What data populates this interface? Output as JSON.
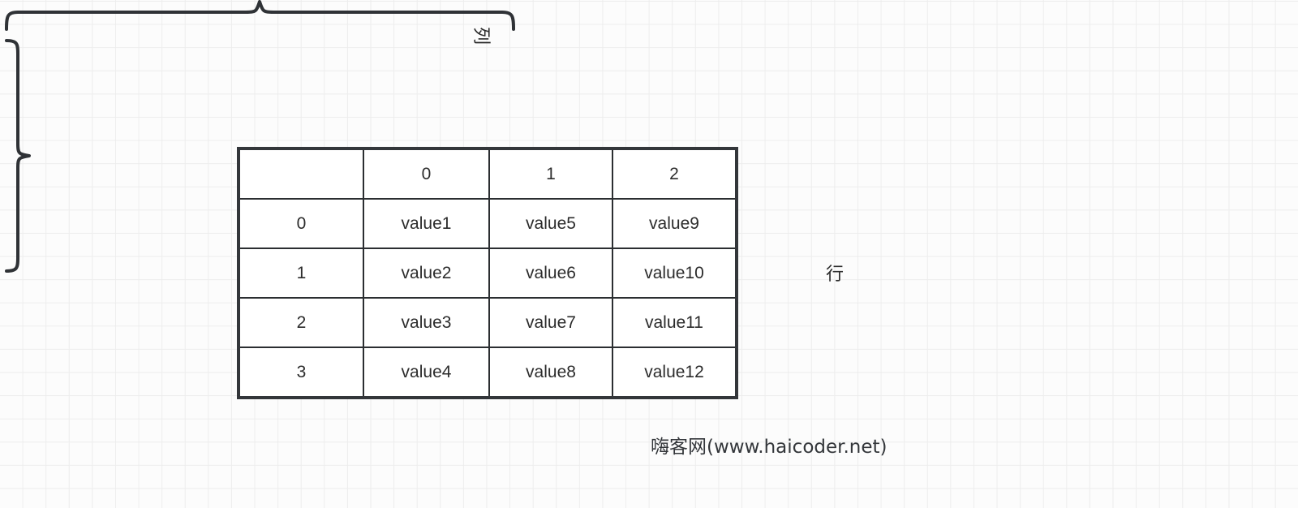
{
  "diagram": {
    "title_label_column": "列",
    "title_label_row": "行",
    "watermark": "嗨客网(www.haicoder.net)",
    "accent_color": "#2f3236",
    "grid_line_color": "#ededed",
    "background_color": "#fcfcfc",
    "table_border_color": "#33363a"
  },
  "table": {
    "corner_cell": "",
    "column_headers": [
      "0",
      "1",
      "2"
    ],
    "row_headers": [
      "0",
      "1",
      "2",
      "3"
    ],
    "rows": [
      {
        "header": "0",
        "cells": [
          "value1",
          "value5",
          "value9"
        ]
      },
      {
        "header": "1",
        "cells": [
          "value2",
          "value6",
          "value10"
        ]
      },
      {
        "header": "2",
        "cells": [
          "value3",
          "value7",
          "value11"
        ]
      },
      {
        "header": "3",
        "cells": [
          "value4",
          "value8",
          "value12"
        ]
      }
    ]
  }
}
